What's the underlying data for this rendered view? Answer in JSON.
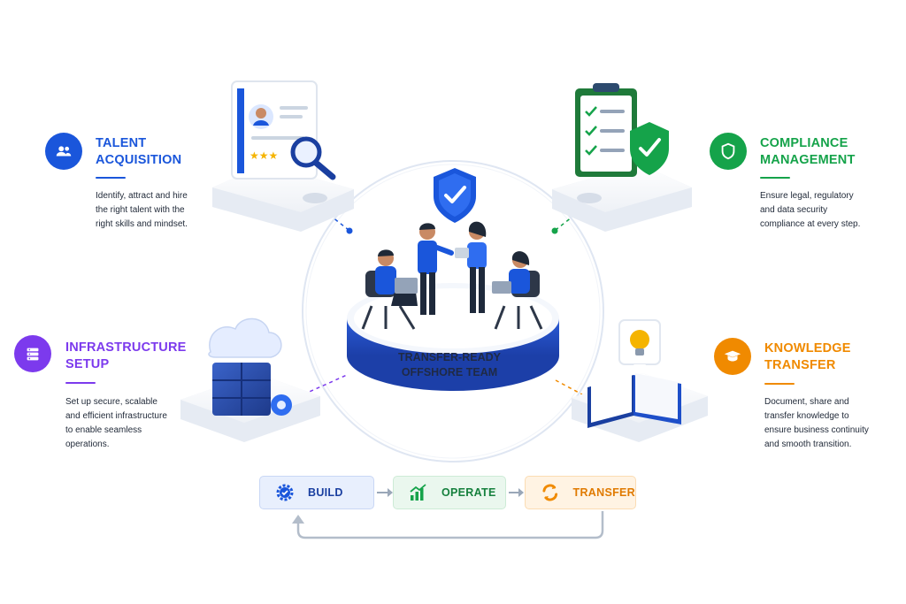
{
  "center": {
    "line1": "TRANSFER-READY",
    "line2": "OFFSHORE TEAM"
  },
  "sections": {
    "talent": {
      "title_line1": "TALENT",
      "title_line2": "ACQUISITION",
      "desc": [
        "Identify, attract and hire",
        "the right talent with the",
        "right skills and mindset."
      ],
      "color": "#1a56db",
      "icon": "people-icon"
    },
    "compliance": {
      "title_line1": "COMPLIANCE",
      "title_line2": "MANAGEMENT",
      "desc": [
        "Ensure legal, regulatory",
        "and data security",
        "compliance at every step."
      ],
      "color": "#15a34a",
      "icon": "shield-icon"
    },
    "infrastructure": {
      "title_line1": "INFRASTRUCTURE",
      "title_line2": "SETUP",
      "desc": [
        "Set up secure, scalable",
        "and efficient infrastructure",
        "to enable seamless",
        "operations."
      ],
      "color": "#7c3aed",
      "icon": "server-icon"
    },
    "knowledge": {
      "title_line1": "KNOWLEDGE",
      "title_line2": "TRANSFER",
      "desc": [
        "Document, share and",
        "transfer knowledge to",
        "ensure business continuity",
        "and smooth transition."
      ],
      "color": "#f08a00",
      "icon": "graduation-cap-icon"
    }
  },
  "flow": [
    {
      "label": "BUILD",
      "icon": "gear-check-icon",
      "color": "#1a56db"
    },
    {
      "label": "OPERATE",
      "icon": "growth-chart-icon",
      "color": "#15a34a"
    },
    {
      "label": "TRANSFER",
      "icon": "exchange-icon",
      "color": "#f08a00"
    }
  ]
}
